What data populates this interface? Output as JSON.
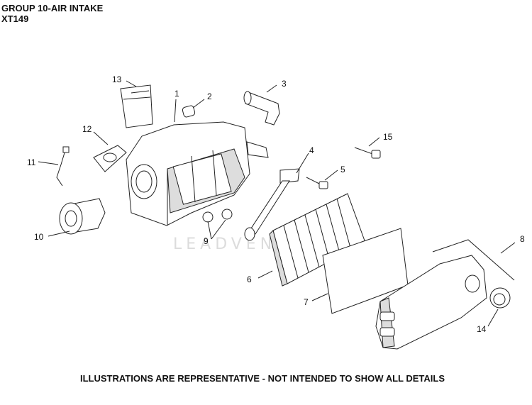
{
  "header": {
    "title": "GROUP 10-AIR INTAKE",
    "model": "XT149"
  },
  "footer": "ILLUSTRATIONS ARE REPRESENTATIVE - NOT INTENDED TO SHOW ALL DETAILS",
  "watermark": "LEADVENTURE",
  "callouts": {
    "c1": "1",
    "c2": "2",
    "c3": "3",
    "c4": "4",
    "c5": "5",
    "c6": "6",
    "c7": "7",
    "c8": "8",
    "c9": "9",
    "c10": "10",
    "c11": "11",
    "c12": "12",
    "c13": "13",
    "c14": "14",
    "c15": "15"
  }
}
